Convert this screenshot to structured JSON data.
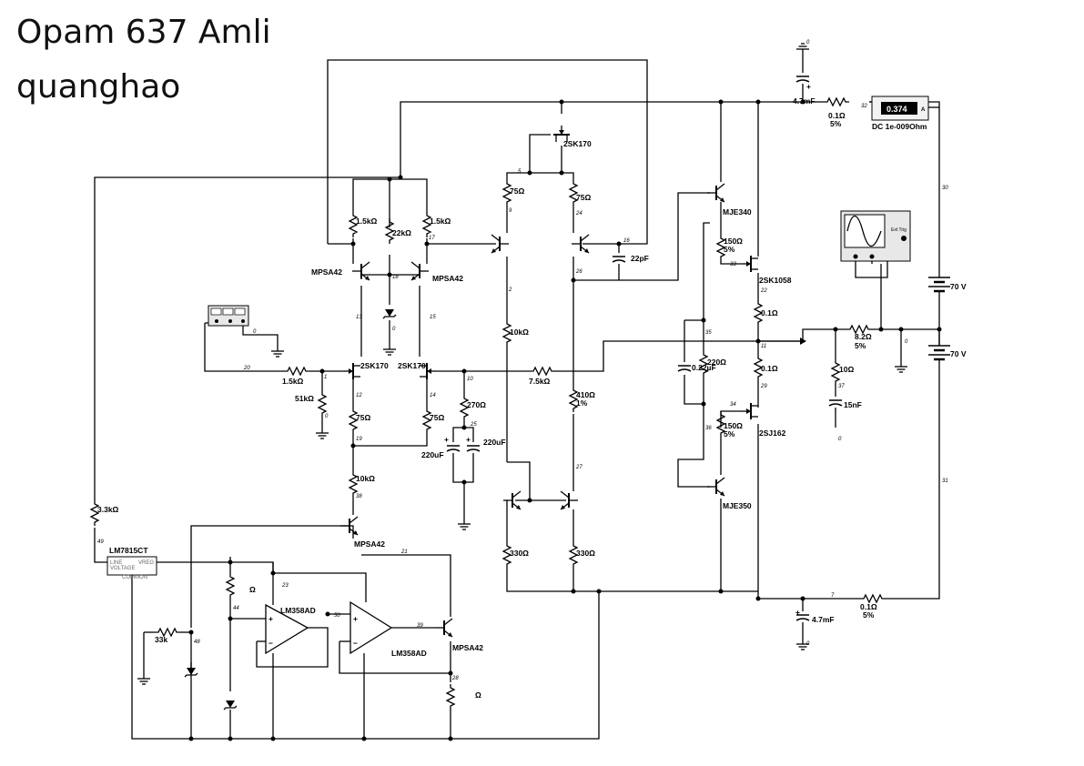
{
  "title": {
    "line1": "Opam 637 Amli",
    "line2": "quanghao"
  },
  "transistors": {
    "q_mpsa42_left": "MPSA42",
    "q_mpsa42_right": "MPSA42",
    "q_2sk170_left": "2SK170",
    "q_2sk170_right": "2SK170",
    "q_2sk170_top": "2SK170",
    "q_mje340": "MJE340",
    "q_mje350": "MJE350",
    "q_2sk1058": "2SK1058",
    "q_2sj162": "2SJ162",
    "q_mpsa42_mid": "MPSA42",
    "q_mpsa42_low": "MPSA42"
  },
  "resistors": {
    "r1": "1.5kΩ",
    "r2": "22kΩ",
    "r3": "1.5kΩ",
    "r4": "1.5kΩ",
    "r5": "51kΩ",
    "r6": "75Ω",
    "r7": "75Ω",
    "r8": "10kΩ",
    "r9": "75Ω",
    "r10": "75Ω",
    "r11": "10kΩ",
    "r12": "7.5kΩ",
    "r13a": "410Ω",
    "r13b": "1%",
    "r14": "270Ω",
    "r15": "330Ω",
    "r16": "330Ω",
    "r17": "150Ω",
    "r18": "5%",
    "r19": "150Ω",
    "r20": "5%",
    "r21": "220Ω",
    "r22": "0.1Ω",
    "r23": "0.1Ω",
    "r24a": "0.1Ω",
    "r24b": "5%",
    "r25a": "0.1Ω",
    "r25b": "5%",
    "r26a": "8.2Ω",
    "r26b": "5%",
    "r27": "10Ω",
    "r28": "3.3kΩ",
    "r29": "33k",
    "r30": "Ω",
    "r31": "Ω"
  },
  "capacitors": {
    "c1": "22pF",
    "c2": "220uF",
    "c3": "220uF",
    "c4": "0.22µF",
    "c5": "15nF",
    "c6": "4.7mF",
    "c7": "4.7mF"
  },
  "sources": {
    "v1": "70 V",
    "v2": "70 V"
  },
  "ics": {
    "reg": "LM7815CT",
    "reg_line": "LINE",
    "reg_voltage": "VOLTAGE",
    "reg_vreg": "VREG",
    "reg_common": "COMMON",
    "op1": "LM358AD",
    "op2": "LM358AD"
  },
  "meter": {
    "value": "0.374",
    "caption": "DC  1e-009Ohm",
    "unit": "A"
  },
  "scope": {
    "trig": "Ext Trig"
  },
  "nodes": {
    "n0a": "0",
    "n0b": "0",
    "n0c": "0",
    "n0d": "0",
    "n0e": "0",
    "n0f": "0",
    "n0g": "0",
    "n1": "1",
    "n2": "2",
    "n5": "5",
    "n9": "9",
    "n10": "10",
    "n11": "11",
    "n12": "12",
    "n13": "13",
    "n14": "14",
    "n15": "15",
    "n16": "16",
    "n17": "17",
    "n18": "18",
    "n19": "19",
    "n20": "20",
    "n21": "21",
    "n22": "22",
    "n23": "23",
    "n24": "24",
    "n25": "25",
    "n26": "26",
    "n27": "27",
    "n28": "28",
    "n29": "29",
    "n30": "30",
    "n31": "31",
    "n32": "32",
    "n33": "33",
    "n34": "34",
    "n35": "35",
    "n36": "36",
    "n37": "37",
    "n38": "38",
    "n39": "39",
    "n44": "44",
    "n48": "48",
    "n49": "49",
    "n50": "50",
    "n7": "7"
  }
}
